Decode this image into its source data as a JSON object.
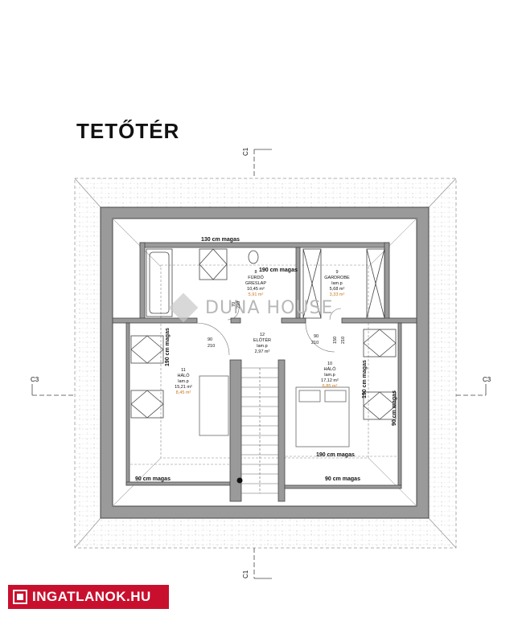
{
  "title": "TETŐTÉR",
  "section_marks": {
    "c1": "C1",
    "c3": "C3"
  },
  "notes": {
    "h130": "130 cm magas",
    "h190_top": "190 cm magas",
    "h190_left": "190 cm magas",
    "h190_right": "190 cm magas",
    "h90_right": "90 cm magas",
    "h190_bottom": "190 cm magas",
    "h90_bottom_left": "90 cm magas",
    "h90_bottom_right": "90 cm magas"
  },
  "rooms": [
    {
      "num": "8",
      "name": "FÜRDŐ",
      "floor": "GRESLAP",
      "area": "10,45 m²",
      "area2": "5,91 m²"
    },
    {
      "num": "9",
      "name": "GARDROBE",
      "floor": "lam.p",
      "area": "5,68 m²",
      "area2": "3,33 m²"
    },
    {
      "num": "12",
      "name": "ELŐTÉR",
      "floor": "lam.p",
      "area": "2,97 m²",
      "area2": ""
    },
    {
      "num": "11",
      "name": "HÁLÓ",
      "floor": "lam.p",
      "area": "15,21 m²",
      "area2": "8,45 m²"
    },
    {
      "num": "10",
      "name": "HÁLÓ",
      "floor": "lam.p",
      "area": "17,12 m²",
      "area2": "6,85 m²"
    }
  ],
  "doors": {
    "d1_w": "90",
    "d1_h": "210",
    "d2_w": "90",
    "d2_h": "210",
    "d3_w": "70",
    "d3_h": "210",
    "d4_w": "150",
    "d4_h": "210"
  },
  "watermark": "DUNA HOUSE",
  "logo": "INGATLANOK.HU"
}
